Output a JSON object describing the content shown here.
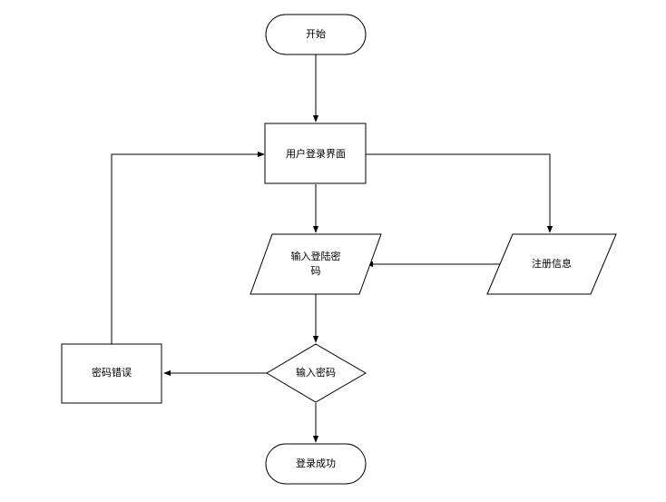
{
  "diagram": {
    "start": "开始",
    "login_screen": "用户登录界面",
    "input_password_line1": "输入登陆密",
    "input_password_line2": "码",
    "register_info": "注册信息",
    "check_password": "输入密码",
    "password_error": "密码错误",
    "login_success": "登录成功"
  }
}
